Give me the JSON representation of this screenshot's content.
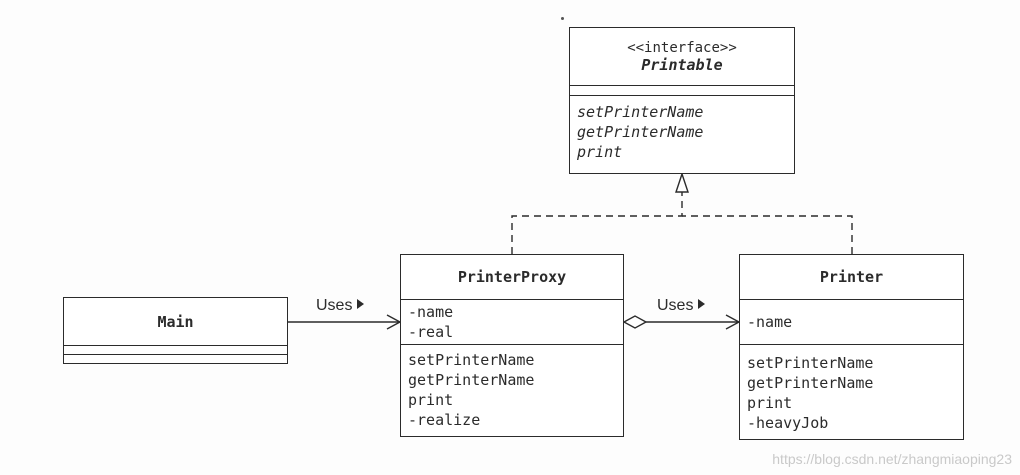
{
  "classes": {
    "printable": {
      "stereotype": "<<interface>>",
      "name": "Printable",
      "methods": [
        "setPrinterName",
        "getPrinterName",
        "print"
      ]
    },
    "main": {
      "name": "Main"
    },
    "proxy": {
      "name": "PrinterProxy",
      "fields": [
        "-name",
        "-real"
      ],
      "methods": [
        "setPrinterName",
        "getPrinterName",
        "print",
        "-realize"
      ]
    },
    "printer": {
      "name": "Printer",
      "fields": [
        "-name"
      ],
      "methods": [
        "setPrinterName",
        "getPrinterName",
        "print",
        "-heavyJob"
      ]
    }
  },
  "relations": {
    "main_to_proxy": "Uses",
    "proxy_to_printer": "Uses"
  },
  "watermark": "https://blog.csdn.net/zhangmiaoping23"
}
